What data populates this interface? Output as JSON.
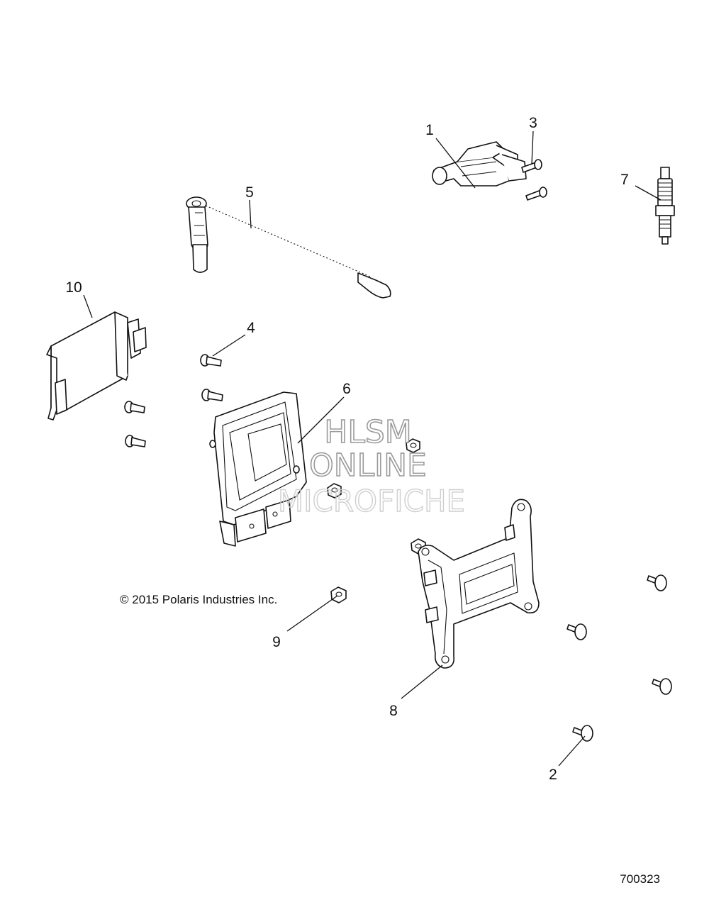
{
  "callouts": [
    {
      "id": "1",
      "label": "1"
    },
    {
      "id": "2",
      "label": "2"
    },
    {
      "id": "3",
      "label": "3"
    },
    {
      "id": "4",
      "label": "4"
    },
    {
      "id": "5",
      "label": "5"
    },
    {
      "id": "6",
      "label": "6"
    },
    {
      "id": "7",
      "label": "7"
    },
    {
      "id": "8",
      "label": "8"
    },
    {
      "id": "9",
      "label": "9"
    },
    {
      "id": "10",
      "label": "10"
    }
  ],
  "copyright": "© 2015 Polaris Industries Inc.",
  "diagram_number": "700323",
  "watermark": {
    "line1": "HLSM",
    "line2": "ONLINE",
    "line3": "MICROFICHE"
  }
}
